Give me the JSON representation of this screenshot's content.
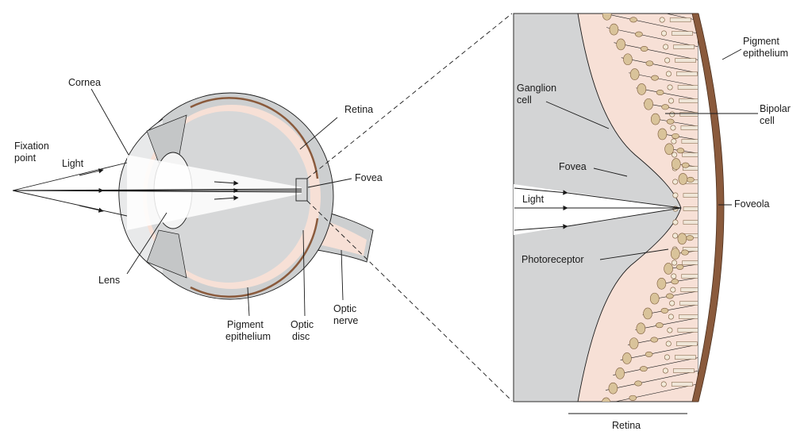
{
  "colors": {
    "sclera": "#cdcfd0",
    "vitreous": "#d6d7d8",
    "retina_tissue": "#f7e0d6",
    "pigment": "#8a5a3c",
    "cell_body": "#d9c39a",
    "cell_outline": "#7a5a3a",
    "line": "#1a1a1a"
  },
  "left_panel": {
    "labels": {
      "cornea": "Cornea",
      "fixation_point": [
        "Fixation",
        "point"
      ],
      "light": "Light",
      "lens": "Lens",
      "retina": "Retina",
      "fovea": "Fovea",
      "pigment_epithelium": [
        "Pigment",
        "epithelium"
      ],
      "optic_disc": [
        "Optic",
        "disc"
      ],
      "optic_nerve": [
        "Optic",
        "nerve"
      ]
    }
  },
  "right_panel": {
    "labels": {
      "pigment_epithelium": [
        "Pigment",
        "epithelium"
      ],
      "ganglion_cell": [
        "Ganglion",
        "cell"
      ],
      "bipolar_cell": [
        "Bipolar",
        "cell"
      ],
      "fovea": "Fovea",
      "light": "Light",
      "foveola": "Foveola",
      "photoreceptor": "Photoreceptor",
      "retina": "Retina"
    }
  }
}
